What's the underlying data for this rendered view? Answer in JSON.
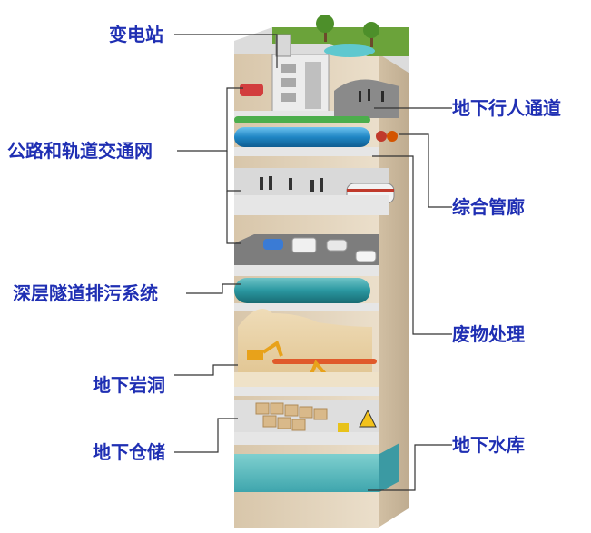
{
  "labels": {
    "substation": "变电站",
    "road_rail": "公路和轨道交通网",
    "deep_sewer": "深层隧道排污系统",
    "rock_cave": "地下岩洞",
    "warehouse": "地下仓储",
    "pedestrian": "地下行人通道",
    "utility_tunnel": "综合管廊",
    "waste": "废物处理",
    "reservoir": "地下水库"
  },
  "colors": {
    "label_text": "#1f2fb3",
    "leader_line": "#333333",
    "soil_front": "#e3d4bd",
    "soil_side": "#cbb89c",
    "slab": "#e6e6e6",
    "water": "#5fbcc0",
    "pipe_blue": "#2b8fc9",
    "pipe_green": "#4cae4c",
    "grass": "#6ba33a"
  }
}
